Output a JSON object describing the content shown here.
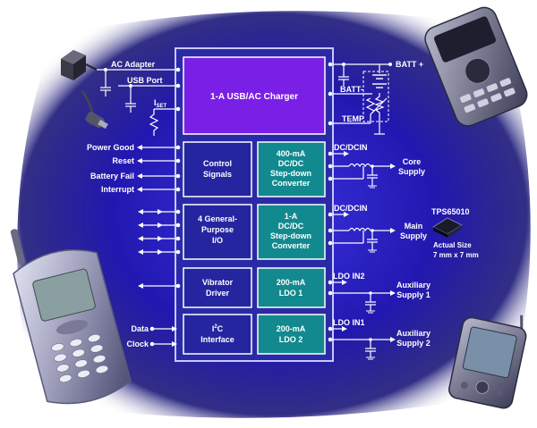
{
  "colors": {
    "background_glow": "#2b22c8",
    "background_deep": "#0a0a6a",
    "chip_fill": "#2a2aa8",
    "chip_border": "#c8c8ff",
    "charger_fill": "#7a1fe6",
    "block_blue": "#2525a0",
    "block_teal": "#12898e",
    "wire": "#ffffff",
    "text": "#ffffff"
  },
  "inputs": {
    "ac_adapter": "AC Adapter",
    "usb_port": "USB Port",
    "iset_main": "I",
    "iset_sub": "SET"
  },
  "blocks": {
    "charger": "1-A USB/AC Charger",
    "control_signals": [
      "Control",
      "Signals"
    ],
    "conv_400": [
      "400-mA",
      "DC/DC",
      "Step-down",
      "Converter"
    ],
    "gpio": [
      "4 General-",
      "Purpose",
      "I/O"
    ],
    "conv_1a": [
      "1-A",
      "DC/DC",
      "Step-down",
      "Converter"
    ],
    "vibrator": [
      "Vibrator",
      "Driver"
    ],
    "ldo1": [
      "200-mA",
      "LDO 1"
    ],
    "i2c_pre": "I",
    "i2c_sup": "2",
    "i2c_post": "C",
    "i2c_line2": "Interface",
    "ldo2": [
      "200-mA",
      "LDO 2"
    ]
  },
  "left_signals": {
    "power_good": "Power Good",
    "reset": "Reset",
    "battery_fail": "Battery Fail",
    "interrupt": "Interrupt",
    "data": "Data",
    "clock": "Clock"
  },
  "right_side": {
    "batt_plus": "BATT +",
    "batt_minus": "BATT-",
    "temp": "TEMP",
    "dcdcin_1": "DC/DCIN",
    "core_supply": [
      "Core",
      "Supply"
    ],
    "dcdcin_2": "DC/DCIN",
    "main_supply": [
      "Main",
      "Supply"
    ],
    "ldo_in2": "LDO IN2",
    "aux_supply_1": [
      "Auxiliary",
      "Supply 1"
    ],
    "ldo_in1": "LDO IN1",
    "aux_supply_2": [
      "Auxiliary",
      "Supply 2"
    ]
  },
  "package": {
    "part_number": "TPS65010",
    "actual_size": "Actual Size",
    "dimensions": "7 mm x 7 mm"
  },
  "icons": [
    "ac-adapter-icon",
    "usb-cable-icon",
    "cell-phone-icon",
    "pda-icon",
    "handheld-device-icon",
    "chip-package-icon",
    "battery-icon",
    "thermistor-icon",
    "inductor-icon",
    "capacitor-icon",
    "ground-icon"
  ]
}
